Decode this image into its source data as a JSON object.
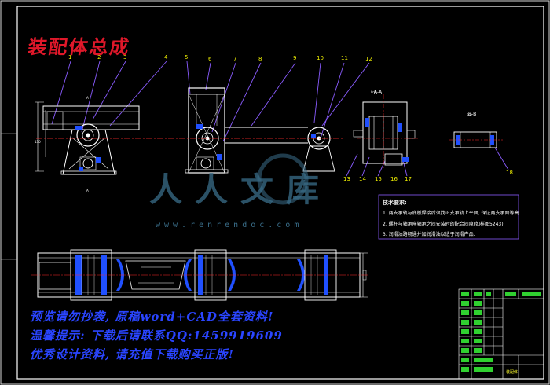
{
  "drawing": {
    "title": "装配体总成",
    "section_a": "A-A",
    "section_b": "B-B",
    "tech_req_title": "技术要求:",
    "tech_req": [
      "1. 两支承轨与底板焊接后须找正支承轨上平面, 保证两支承面等高.",
      "2. 螺杆与轴承座轴承之间安装时的配合间隙(如样图5243).",
      "3. 润滑油路畅通并加润滑油以适于润滑产品."
    ],
    "callouts": [
      "1",
      "2",
      "3",
      "4",
      "5",
      "6",
      "7",
      "8",
      "9",
      "10",
      "11",
      "12",
      "13",
      "14",
      "15",
      "16",
      "17",
      "18"
    ],
    "title_block_name": "装配体"
  },
  "watermark": {
    "line1": "预览请勿抄袭, 原稿word+CAD全套资料!",
    "line2": "温馨提示: 下载后请联系QQ:1459919609",
    "line3": "优秀设计资料, 请充值下载购买正版!",
    "url": "www.renrendoc.com",
    "logo_text": "人人文库"
  },
  "colors": {
    "background": "#000000",
    "frame": "#ffffff",
    "title_red": "#e0182a",
    "callout_yellow": "#f2f200",
    "part_blue": "#2050ff",
    "leader_purple": "#8a5cff",
    "center_red": "#ff2a2a"
  }
}
